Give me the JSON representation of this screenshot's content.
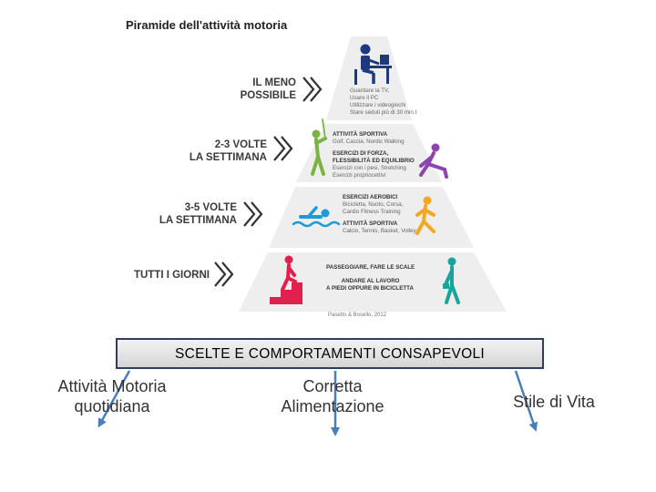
{
  "pyramid": {
    "title": "Piramide dell'attività motoria",
    "levels": [
      {
        "frequency": [
          "IL MENO",
          "POSSIBILE"
        ],
        "lines": [
          "Guardare la TV,",
          "Usare il PC",
          "Utilizzare i videogiochi",
          "Stare seduti più di 30 min.t"
        ]
      },
      {
        "frequency": [
          "2-3 VOLTE",
          "LA SETTIMANA"
        ],
        "heading1": "ATTIVITÀ SPORTIVA",
        "lines1": [
          "Golf, Caccia, Nordic Walking"
        ],
        "heading2": [
          "ESERCIZI DI FORZA,",
          "FLESSIBILITÀ ED EQUILIBRIO"
        ],
        "lines2": [
          "Esercizi con i pesi, Stretching",
          "Esercizi propriocettivi"
        ]
      },
      {
        "frequency": [
          "3-5 VOLTE",
          "LA SETTIMANA"
        ],
        "heading1": "ESERCIZI AEROBICI",
        "lines1": [
          "Bicicletta, Nuoto, Corsa,",
          "Cardio Fitness Training"
        ],
        "heading2": "ATTIVITÀ SPORTIVA",
        "lines2": [
          "Calcio, Tennis, Basket, Volley"
        ]
      },
      {
        "frequency": [
          "TUTTI I GIORNI"
        ],
        "line1": "PASSEGGIARE, FARE LE SCALE",
        "line2": [
          "ANDARE AL LAVORO",
          "A PIEDI OPPURE IN BICICLETTA"
        ]
      }
    ],
    "credit": "Pasetto & Bosello, 2012"
  },
  "banner": {
    "text": "SCELTE  E  COMPORTAMENTI  CONSAPEVOLI"
  },
  "bottom": {
    "left": [
      "Attività Motoria",
      "quotidiana"
    ],
    "center": [
      "Corretta",
      "Alimentazione"
    ],
    "right": "Stile di Vita"
  },
  "colors": {
    "pyramid_fill": "#eeeeee",
    "chevron": "#333333",
    "sedentary": "#1e3a7a",
    "golf": "#7cb342",
    "stretch": "#8e44ad",
    "swim": "#1e9ad6",
    "run": "#f5a623",
    "stairs": "#e0204d",
    "walk": "#1ba39c",
    "arrow": "#4a7ebb",
    "banner_border": "#2e3e63"
  }
}
